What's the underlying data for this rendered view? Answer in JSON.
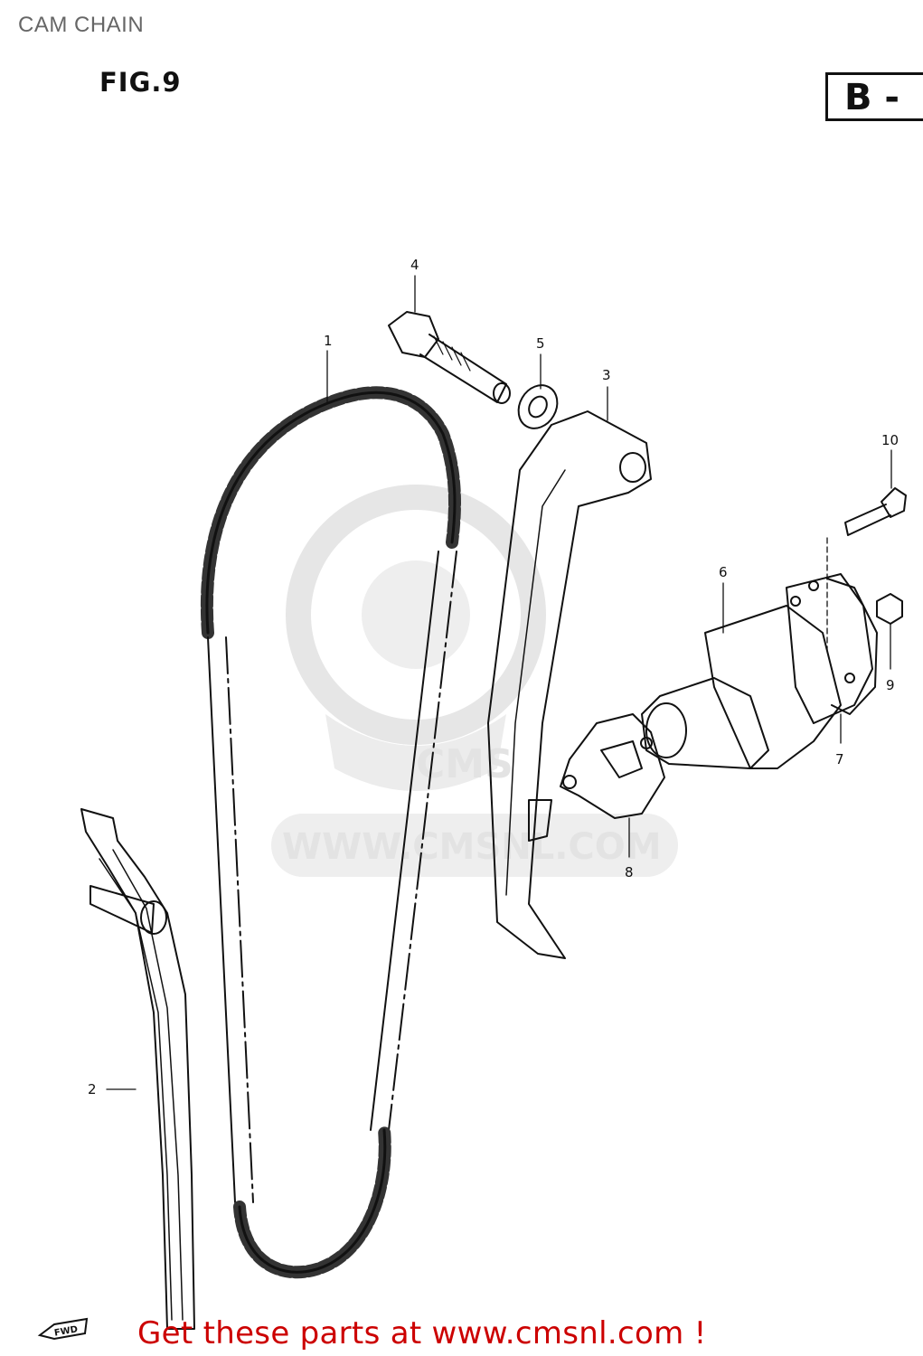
{
  "page": {
    "title": "CAM CHAIN",
    "figure": "FIG.9",
    "section": "B -"
  },
  "watermark": {
    "text": "WWW.CMSNL.COM",
    "short": "CMS"
  },
  "callouts": [
    "1",
    "2",
    "3",
    "4",
    "5",
    "6",
    "7",
    "8",
    "9",
    "10"
  ],
  "footer": {
    "link_text": "Get these parts at www.cmsnl.com !",
    "fwd_label": "FWD"
  },
  "colors": {
    "ink": "#111111",
    "title_gray": "#666666",
    "footer_red": "#cc0000",
    "watermark_gray": "#e3e3e3"
  }
}
